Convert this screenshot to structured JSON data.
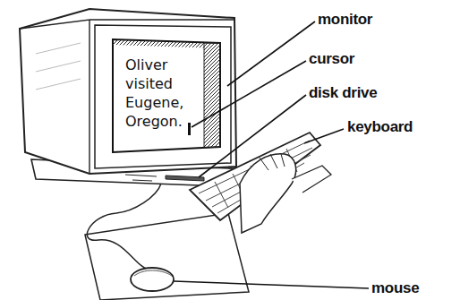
{
  "diagram": {
    "labels": [
      "Oliver visited Eugene, Oregon.",
      "monitor",
      "cursor",
      "disk drive",
      "keyboard",
      "mouse"
    ]
  }
}
